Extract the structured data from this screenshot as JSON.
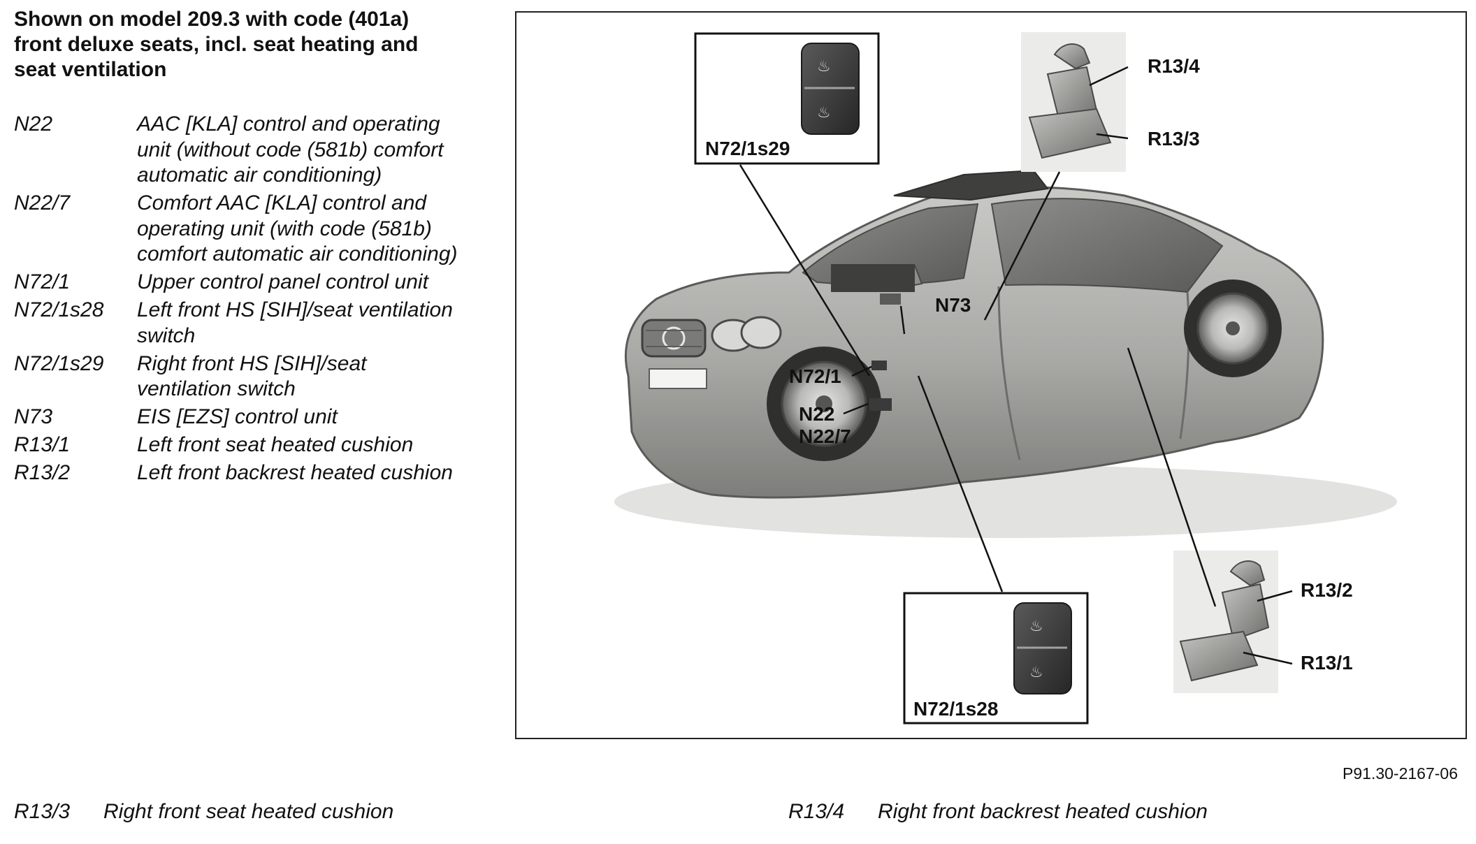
{
  "heading": "Shown on model 209.3 with code (401a) front deluxe seats, incl. seat heating and seat ventilation",
  "legend": [
    {
      "code": "N22",
      "desc": "AAC [KLA] control and operating unit (without code (581b) comfort automatic air conditioning)"
    },
    {
      "code": "N22/7",
      "desc": "Comfort AAC [KLA] control and operating unit (with code (581b) comfort automatic air conditioning)"
    },
    {
      "code": "N72/1",
      "desc": "Upper control panel control unit"
    },
    {
      "code": "N72/1s28",
      "desc": "Left front HS [SIH]/seat ventilation switch"
    },
    {
      "code": "N72/1s29",
      "desc": "Right front HS [SIH]/seat ventilation switch"
    },
    {
      "code": "N73",
      "desc": "EIS [EZS] control unit"
    },
    {
      "code": "R13/1",
      "desc": "Left front seat heated cushion"
    },
    {
      "code": "R13/2",
      "desc": "Left front backrest heated cushion"
    }
  ],
  "bottom_legend": [
    {
      "code": "R13/3",
      "desc": "Right front seat heated cushion"
    },
    {
      "code": "R13/4",
      "desc": "Right front backrest heated cushion"
    }
  ],
  "figure": {
    "reference": "P91.30-2167-06",
    "callouts": {
      "n72_1s29": "N72/1s29",
      "n72_1s28": "N72/1s28",
      "r13_4": "R13/4",
      "r13_3": "R13/3",
      "r13_2": "R13/2",
      "r13_1": "R13/1",
      "n73": "N73",
      "n72_1": "N72/1",
      "n22": "N22",
      "n22_7": "N22/7"
    }
  },
  "colors": {
    "car_body": "#a9a9a6",
    "car_shadow": "#6f6f6d",
    "switch": "#3a3a3a",
    "leader_line": "#111111"
  }
}
